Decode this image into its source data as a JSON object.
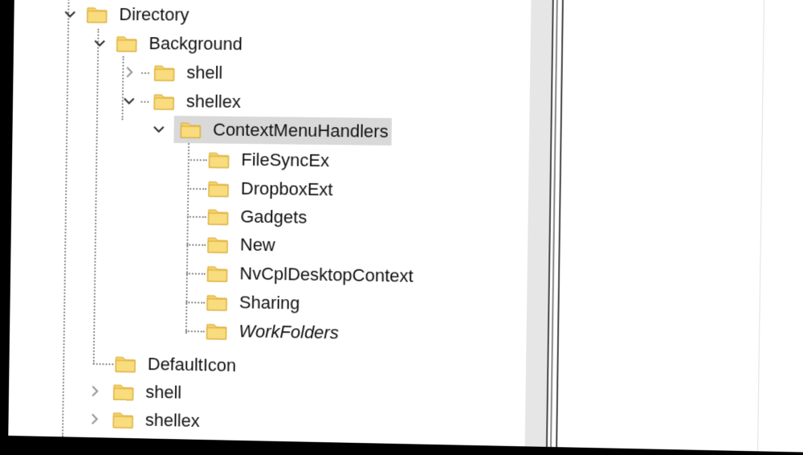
{
  "tree": {
    "nodes": [
      {
        "label": "Directory",
        "state": "expanded"
      },
      {
        "label": "Background",
        "state": "expanded"
      },
      {
        "label": "shell",
        "state": "collapsed"
      },
      {
        "label": "shellex",
        "state": "expanded"
      },
      {
        "label": "ContextMenuHandlers",
        "state": "expanded",
        "selected": true
      },
      {
        "label": "FileSyncEx",
        "state": "leaf"
      },
      {
        "label": "DropboxExt",
        "state": "leaf"
      },
      {
        "label": "Gadgets",
        "state": "leaf"
      },
      {
        "label": "New",
        "state": "leaf"
      },
      {
        "label": "NvCplDesktopContext",
        "state": "leaf"
      },
      {
        "label": "Sharing",
        "state": "leaf"
      },
      {
        "label": "WorkFolders",
        "state": "leaf"
      },
      {
        "label": "DefaultIcon",
        "state": "leaf"
      },
      {
        "label": "shell",
        "state": "collapsed"
      },
      {
        "label": "shellex",
        "state": "collapsed"
      }
    ]
  },
  "colors": {
    "folder": "#f6d36b",
    "folder_edge": "#d9a830",
    "selection": "#d9d9d9",
    "tree_lines": "#8c8c8c"
  },
  "icons": {
    "expanded": "chevron-down-icon",
    "collapsed": "chevron-right-icon",
    "folder": "folder-icon"
  }
}
